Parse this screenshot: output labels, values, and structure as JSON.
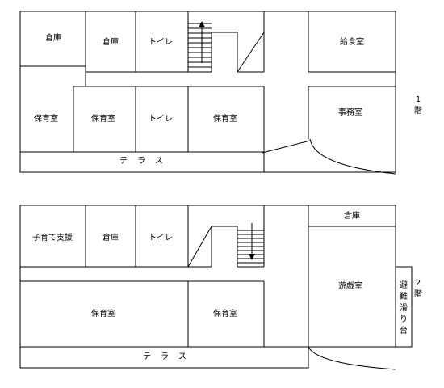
{
  "floor1": {
    "floor_label": [
      "1",
      "階"
    ],
    "rooms": {
      "storage_a": "倉庫",
      "storage_b": "倉庫",
      "toilet_a": "トイレ",
      "kitchen": "給食室",
      "nursery_a": "保育室",
      "nursery_b": "保育室",
      "toilet_b": "トイレ",
      "nursery_c": "保育室",
      "office": "事務室",
      "terrace": "テラス"
    }
  },
  "floor2": {
    "floor_label": [
      "2",
      "階"
    ],
    "rooms": {
      "support": "子育て支援",
      "storage_a": "倉庫",
      "toilet": "トイレ",
      "storage_b": "倉庫",
      "playroom": "遊戯室",
      "nursery_a": "保育室",
      "nursery_b": "保育室",
      "terrace": "テラス",
      "slide": [
        "避",
        "難",
        "滑",
        "り",
        "台"
      ]
    }
  }
}
